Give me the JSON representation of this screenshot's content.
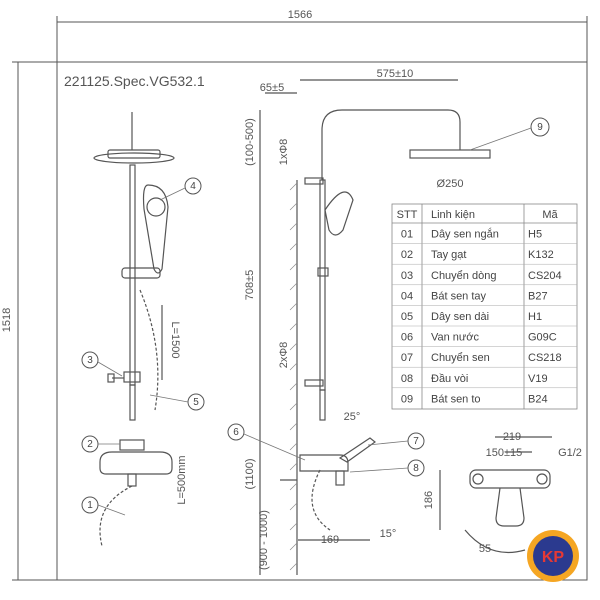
{
  "spec_code": "221125.Spec.VG532.1",
  "dimensions": {
    "overall_width": "1566",
    "overall_height": "1518",
    "arm_reach": "575±10",
    "wall_offset": "65±5",
    "head_diameter": "Ø250",
    "upper_range": "(100-500)",
    "bracket_upper": "1xΦ8",
    "bar_height": "708±5",
    "bracket_lower": "2xΦ8",
    "valve_height": "(1100)",
    "floor_range": "(900 - 1000)",
    "hose_length": "L=1500",
    "supply_hose": "L=500mm",
    "spout_reach": "169",
    "angle_top": "25°",
    "angle_bottom": "15°",
    "valve_width": "219",
    "valve_centers": "150±15",
    "thread": "G1/2",
    "valve_depth": "186",
    "valve_angle": "55"
  },
  "callouts": [
    "1",
    "2",
    "3",
    "4",
    "5",
    "6",
    "7",
    "8",
    "9"
  ],
  "table": {
    "headers": [
      "STT",
      "Linh kiện",
      "Mã"
    ],
    "rows": [
      [
        "01",
        "Dây sen ngắn",
        "H5"
      ],
      [
        "02",
        "Tay gạt",
        "K132"
      ],
      [
        "03",
        "Chuyển dòng",
        "CS204"
      ],
      [
        "04",
        "Bát sen tay",
        "B27"
      ],
      [
        "05",
        "Dây sen dài",
        "H1"
      ],
      [
        "06",
        "Van nước",
        "G09C"
      ],
      [
        "07",
        "Chuyển sen",
        "CS218"
      ],
      [
        "08",
        "Đầu vòi",
        "V19"
      ],
      [
        "09",
        "Bát sen to",
        "B24"
      ]
    ]
  },
  "logo": "KP",
  "colors": {
    "line": "#555555",
    "logo_ring": "#f5a623",
    "logo_bg": "#2b3a8f",
    "logo_text": "#e53935"
  }
}
